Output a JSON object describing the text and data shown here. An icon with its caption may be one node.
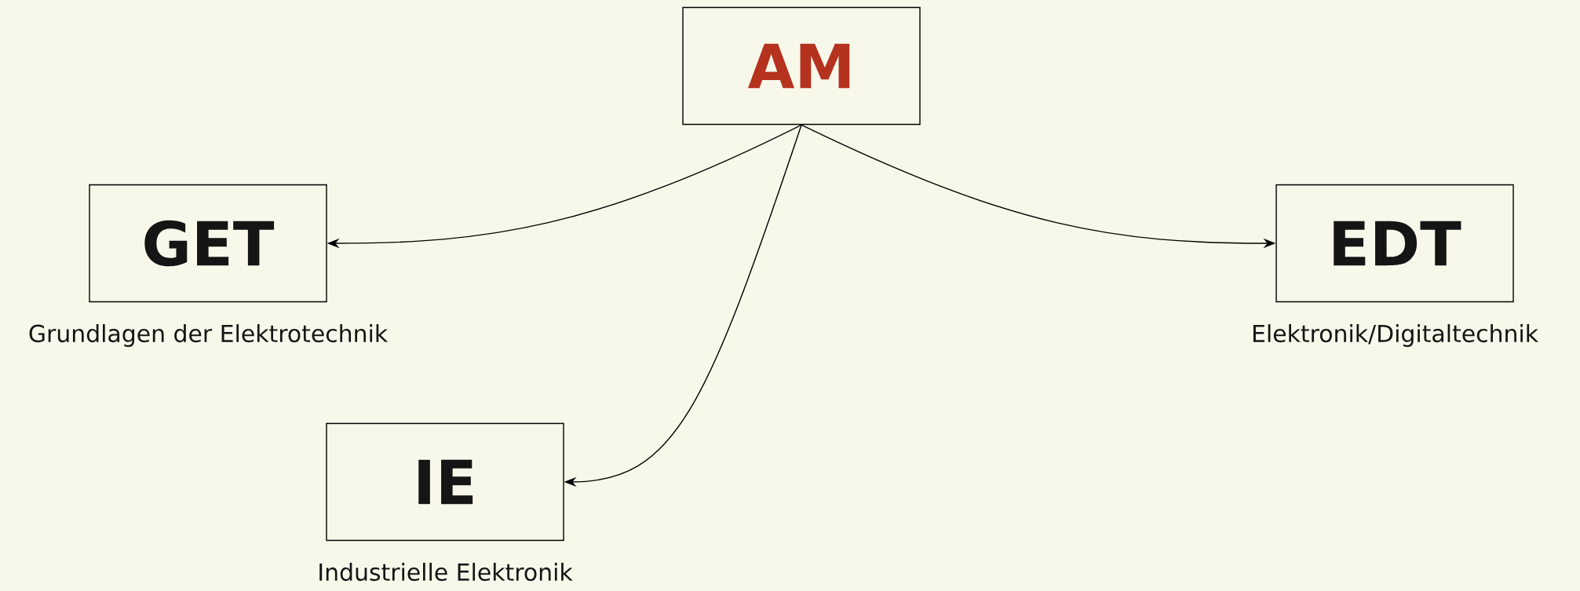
{
  "diagram": {
    "nodes": [
      {
        "text": [
          "AM"
        ]
      },
      {
        "text": [
          "GET"
        ],
        "beside": [
          "Grundlagen der Elektrotechnik"
        ]
      },
      {
        "text": [
          "EDT"
        ],
        "beside": [
          "Elektronik/Digitaltechnik"
        ]
      },
      {
        "text": [
          "IE"
        ],
        "beside": [
          "Industrielle Elektronik"
        ]
      }
    ],
    "edges": [
      {
        "from": 0,
        "to": 1,
        "arrow": "to"
      },
      {
        "from": 0,
        "to": 2,
        "arrow": "to"
      },
      {
        "from": 0,
        "to": 3,
        "arrow": "to"
      }
    ]
  }
}
